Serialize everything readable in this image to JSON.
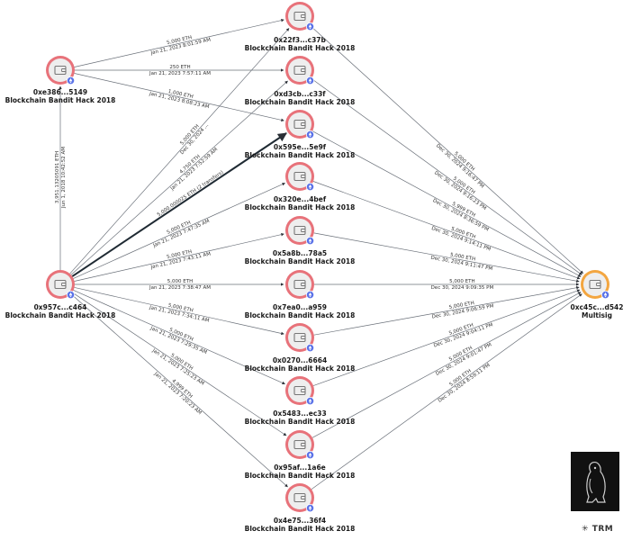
{
  "colors": {
    "hack_ring": "#e8727a",
    "multisig_ring": "#f3a640",
    "node_fill": "#eeeeee",
    "icon_stroke": "#777777",
    "badge": "#5b73e8",
    "edge": "#6a7079",
    "edge_highlight": "#1f2a33"
  },
  "nodes": {
    "src_a": {
      "address": "0xe386...5149",
      "tag": "Blockchain Bandit Hack 2018"
    },
    "src_b": {
      "address": "0x957c...c464",
      "tag": "Blockchain Bandit Hack 2018"
    },
    "dest": {
      "address": "0xc45c...d542",
      "tag": "Multisig"
    },
    "mids": [
      {
        "address": "0x22f3...c37b",
        "tag": "Blockchain Bandit Hack 2018"
      },
      {
        "address": "0xd3cb...c33f",
        "tag": "Blockchain Bandit Hack 2018"
      },
      {
        "address": "0x595e...5e9f",
        "tag": "Blockchain Bandit Hack 2018"
      },
      {
        "address": "0x320e...4bef",
        "tag": "Blockchain Bandit Hack 2018"
      },
      {
        "address": "0x5a8b...78a5",
        "tag": "Blockchain Bandit Hack 2018"
      },
      {
        "address": "0x7ea0...a959",
        "tag": "Blockchain Bandit Hack 2018"
      },
      {
        "address": "0x0270...6664",
        "tag": "Blockchain Bandit Hack 2018"
      },
      {
        "address": "0x5483...ec33",
        "tag": "Blockchain Bandit Hack 2018"
      },
      {
        "address": "0x95af...1a6e",
        "tag": "Blockchain Bandit Hack 2018"
      },
      {
        "address": "0x4e75...36f4",
        "tag": "Blockchain Bandit Hack 2018"
      }
    ]
  },
  "edges": {
    "src_a_out": [
      {
        "to": 0,
        "amount": "5,000 ETH",
        "time": "Jan 21, 2023 8:01:59 AM"
      },
      {
        "to": 1,
        "amount": "250 ETH",
        "time": "Jan 21, 2023 7:57:11 AM"
      },
      {
        "to": 2,
        "amount": "1,000 ETH",
        "time": "Jan 21, 2023 8:08:23 AM"
      }
    ],
    "src_b_to_src_a": {
      "amount": "3,951.13205091 ETH",
      "time": "Jun 1, 2018 10:42:52 AM"
    },
    "src_b_out": [
      {
        "to": 0,
        "amount": "5,000 ETH",
        "time": "Dec 30, 2024 ..."
      },
      {
        "to": 1,
        "amount": "4,750 ETH",
        "time": "Jan 21, 2023 7:52:59 AM"
      },
      {
        "to": 2,
        "amount": "5,000.000025 ETH (2 transfers)",
        "time": ""
      },
      {
        "to": 3,
        "amount": "5,000 ETH",
        "time": "Jan 21, 2023 7:47:35 AM"
      },
      {
        "to": 4,
        "amount": "5,000 ETH",
        "time": "Jan 21, 2023 7:43:11 AM"
      },
      {
        "to": 5,
        "amount": "5,000 ETH",
        "time": "Jan 21, 2023 7:38:47 AM"
      },
      {
        "to": 6,
        "amount": "5,000 ETH",
        "time": "Jan 21, 2023 7:34:11 AM"
      },
      {
        "to": 7,
        "amount": "5,000 ETH",
        "time": "Jan 21, 2023 7:29:35 AM"
      },
      {
        "to": 8,
        "amount": "5,000 ETH",
        "time": "Jan 21, 2023 7:25:23 AM"
      },
      {
        "to": 9,
        "amount": "4,999 ETH",
        "time": "Jan 21, 2023 7:20:23 AM"
      }
    ],
    "to_dest": [
      {
        "from": 0,
        "amount": "5,000 ETH",
        "time": "Dec 30, 2024 9:16:47 PM"
      },
      {
        "from": 1,
        "amount": "5,000 ETH",
        "time": "Dec 30, 2024 9:16:23 PM"
      },
      {
        "from": 2,
        "amount": "5,999 ETH",
        "time": "Dec 30, 2024 8:36:59 PM"
      },
      {
        "from": 3,
        "amount": "5,000 ETH",
        "time": "Dec 30, 2024 9:14:11 PM"
      },
      {
        "from": 4,
        "amount": "5,000 ETH",
        "time": "Dec 30, 2024 9:11:47 PM"
      },
      {
        "from": 5,
        "amount": "5,000 ETH",
        "time": "Dec 30, 2024 9:09:35 PM"
      },
      {
        "from": 6,
        "amount": "5,000 ETH",
        "time": "Dec 30, 2024 9:06:59 PM"
      },
      {
        "from": 7,
        "amount": "5,000 ETH",
        "time": "Dec 30, 2024 9:04:11 PM"
      },
      {
        "from": 8,
        "amount": "5,000 ETH",
        "time": "Dec 30, 2024 9:01:47 PM"
      },
      {
        "from": 9,
        "amount": "5,000 ETH",
        "time": "Dec 30, 2024 8:59:11 PM"
      }
    ]
  },
  "brand": {
    "name": "TRM",
    "icon": "asterisk-icon"
  }
}
